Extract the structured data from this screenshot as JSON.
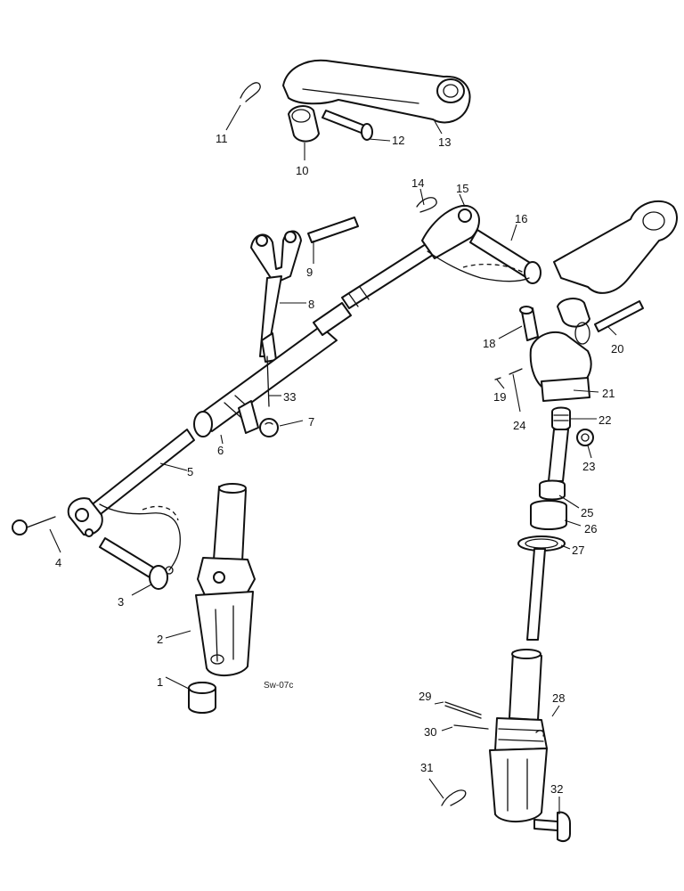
{
  "drawing": {
    "code": "Sw-07c",
    "callouts": {
      "c1": "1",
      "c2": "2",
      "c3": "3",
      "c4": "4",
      "c5": "5",
      "c6": "6",
      "c7": "7",
      "c8": "8",
      "c9": "9",
      "c10": "10",
      "c11": "11",
      "c12": "12",
      "c13": "13",
      "c14": "14",
      "c15": "15",
      "c16": "16",
      "c18": "18",
      "c19": "19",
      "c20": "20",
      "c21": "21",
      "c22": "22",
      "c23": "23",
      "c24": "24",
      "c25": "25",
      "c26": "26",
      "c27": "27",
      "c28": "28",
      "c29": "29",
      "c30": "30",
      "c31": "31",
      "c32": "32",
      "c33": "33"
    }
  }
}
